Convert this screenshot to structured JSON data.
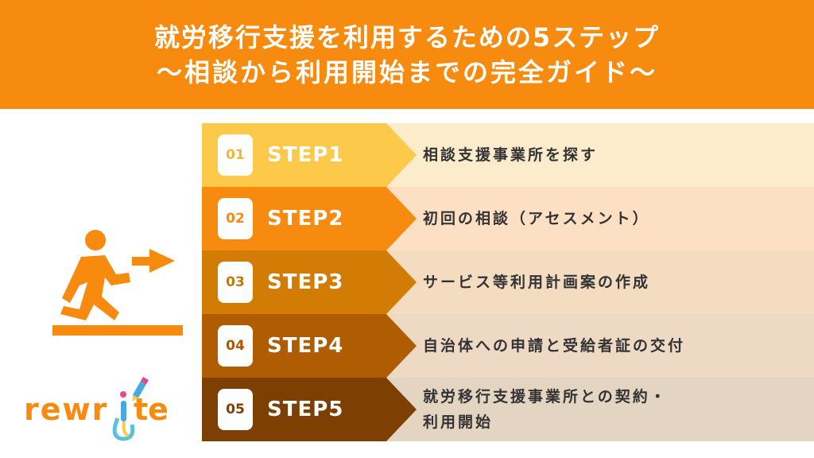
{
  "header": {
    "title_line1": "就労移行支援を利用するための5ステップ",
    "title_line2": "〜相談から利用開始までの完全ガイド〜"
  },
  "steps": [
    {
      "num": "01",
      "label": "STEP1",
      "desc": "相談支援事業所を探す",
      "color": "#fdc94a",
      "num_color": "#f0b53a",
      "bg": "#fdeccc"
    },
    {
      "num": "02",
      "label": "STEP2",
      "desc": "初回の相談（アセスメント）",
      "color": "#f78b0f",
      "num_color": "#f78b0f",
      "bg": "#fde0c4"
    },
    {
      "num": "03",
      "label": "STEP3",
      "desc": "サービス等利用計画案の作成",
      "color": "#d27c06",
      "num_color": "#c97606",
      "bg": "#f3dcc0"
    },
    {
      "num": "04",
      "label": "STEP4",
      "desc": "自治体への申請と受給者証の交付",
      "color": "#b05c03",
      "num_color": "#a85804",
      "bg": "#eedac4"
    },
    {
      "num": "05",
      "label": "STEP5",
      "desc": "就労移行支援事業所との契約・\n利用開始",
      "color": "#7e3f02",
      "num_color": "#7e3f02",
      "bg": "#e4d4c2"
    }
  ],
  "logo": {
    "text": "rewrite"
  }
}
